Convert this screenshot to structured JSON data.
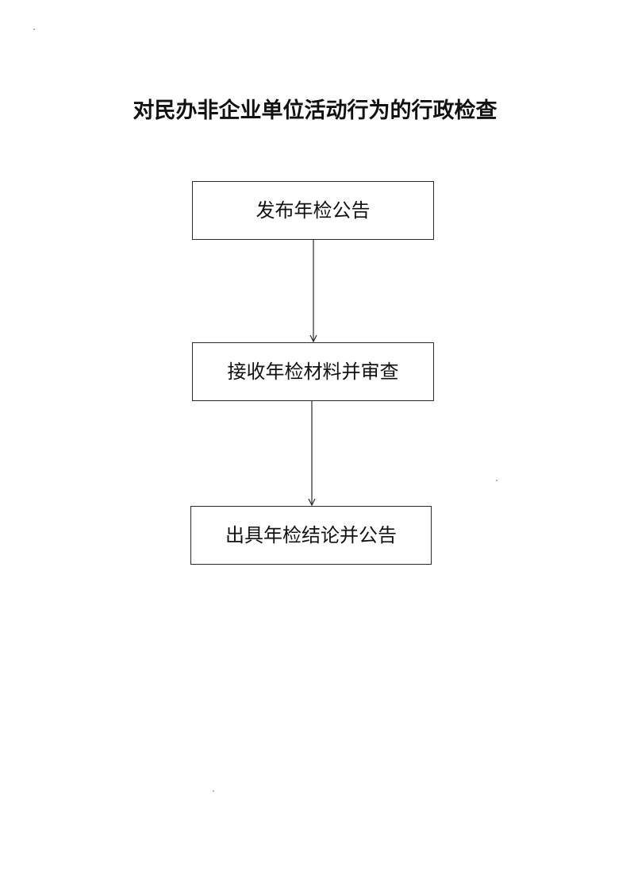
{
  "diagram": {
    "title": "对民办非企业单位活动行为的行政检查",
    "steps": [
      {
        "label": "发布年检公告"
      },
      {
        "label": "接收年检材料并审查"
      },
      {
        "label": "出具年检结论并公告"
      }
    ],
    "colors": {
      "line": "#2a2a2a",
      "text": "#111111",
      "background": "#ffffff"
    }
  }
}
